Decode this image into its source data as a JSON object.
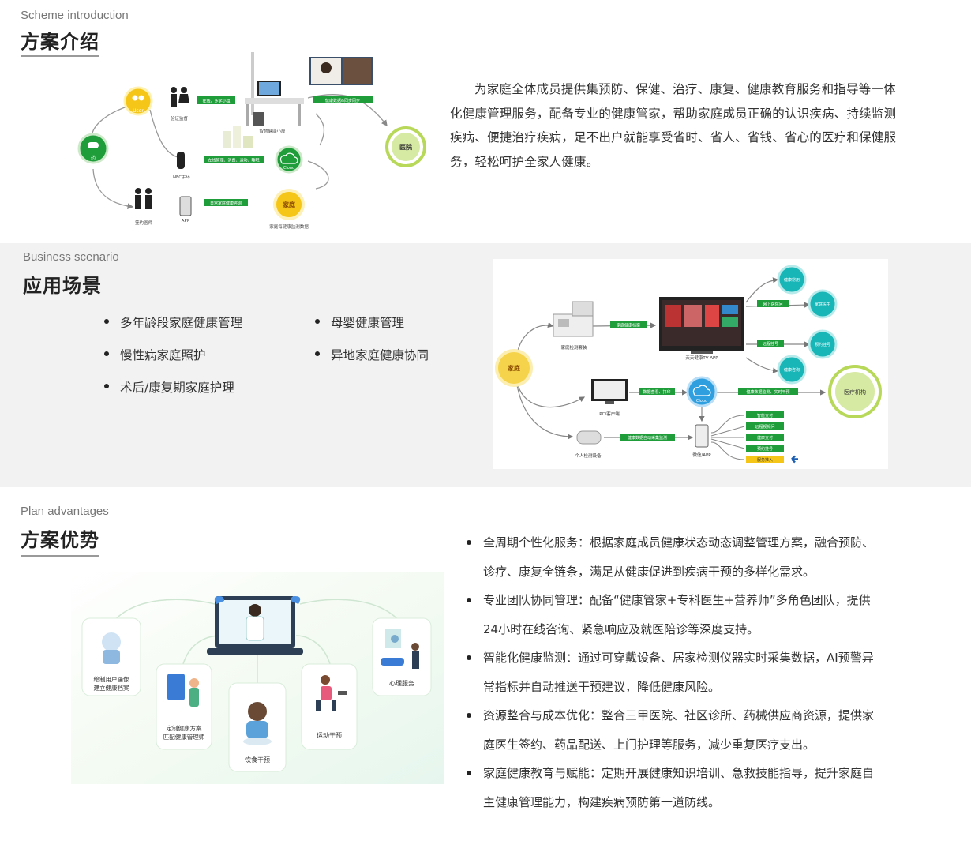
{
  "intro": {
    "subtitle": "Scheme introduction",
    "title": "方案介绍",
    "paragraph": "为家庭全体成员提供集预防、保健、治疗、康复、健康教育服务和指导等一体化健康管理服务，配备专业的健康管家，帮助家庭成员正确的认识疾病、持续监测疾病、便捷治疗疾病，足不出户就能享受省时、省人、省钱、省心的医疗和保健服务，轻松呵护全家人健康。",
    "diagram": {
      "user_label": "User",
      "left_node_label": "药",
      "hospital_label": "医院",
      "cloud_label": "Cloud",
      "home_label": "家庭",
      "people_top_label": "验证监督",
      "people_bottom_label": "签约医师",
      "band_label": "NFC手环",
      "app_label": "APP",
      "kiosk_label": "智慧健康小屋",
      "home_caption": "家庭每健康监测数据",
      "bar1": "在线，多学小组",
      "bar2": "健康数据&同步同步",
      "bar3": "在线管理、消费、运动、睡眠",
      "bar4": "日常家庭健康咨询"
    }
  },
  "scenario": {
    "subtitle": "Business scenario",
    "title": "应用场景",
    "col1": [
      "多年龄段家庭健康管理",
      "慢性病家庭照护",
      "术后/康复期家庭护理"
    ],
    "col2": [
      "母婴健康管理",
      "异地家庭健康协同"
    ],
    "diagram": {
      "home_label": "家庭",
      "cloud_label": "Cloud",
      "org_label": "医疗机构",
      "tv_label": "天天健康TV APP",
      "kit_label": "家庭检测套装",
      "pc_label": "PC/客户端",
      "device_label": "个人检测设备",
      "phone_label": "微信/APP",
      "circle1": "健康常用",
      "circle2": "家庭医生",
      "circle3": "预约挂号",
      "circle4": "健康咨询",
      "bar_kit": "家庭健康档案",
      "bar_top": "网上医院问",
      "bar_mid": "远程挂号",
      "bar_pc": "数据查看、打印",
      "bar_org": "健康数据监测、实时干预",
      "bar_device": "健康数据自动采集监测",
      "menu": [
        "智能支付",
        "远程视频问",
        "健康支付",
        "预约挂号",
        "服务推入"
      ]
    }
  },
  "advantages": {
    "subtitle": "Plan advantages",
    "title": "方案优势",
    "lines": [
      [
        "全周期个性化服务：根据家庭成员健康状态动态调整管理方案，融合预防、",
        "诊疗、康复全链条，满足从健康促进到疾病干预的多样化需求。"
      ],
      [
        "专业团队协同管理：配备“健康管家+专科医生+营养师”多角色团队，提供",
        "24小时在线咨询、紧急响应及就医陪诊等深度支持。"
      ],
      [
        "智能化健康监测：通过可穿戴设备、居家检测仪器实时采集数据，AI预警异",
        "常指标并自动推送干预建议，降低健康风险。"
      ],
      [
        "资源整合与成本优化：整合三甲医院、社区诊所、药械供应商资源，提供家",
        "庭医生签约、药品配送、上门护理等服务，减少重复医疗支出。"
      ],
      [
        "家庭健康教育与赋能：定期开展健康知识培训、急救技能指导，提升家庭自",
        "主健康管理能力，构建疾病预防第一道防线。"
      ]
    ],
    "illustration": {
      "card1": [
        "绘制用户画像",
        "建立健康档案"
      ],
      "card2": [
        "定制健康方案",
        "匹配健康管理师"
      ],
      "card3": "饮食干预",
      "card4": "运动干预",
      "card5": "心理服务"
    }
  },
  "colors": {
    "green": "#1f9d3a",
    "teal": "#19b6b8",
    "yellow": "#f5c518",
    "lime": "#b8d85a"
  }
}
